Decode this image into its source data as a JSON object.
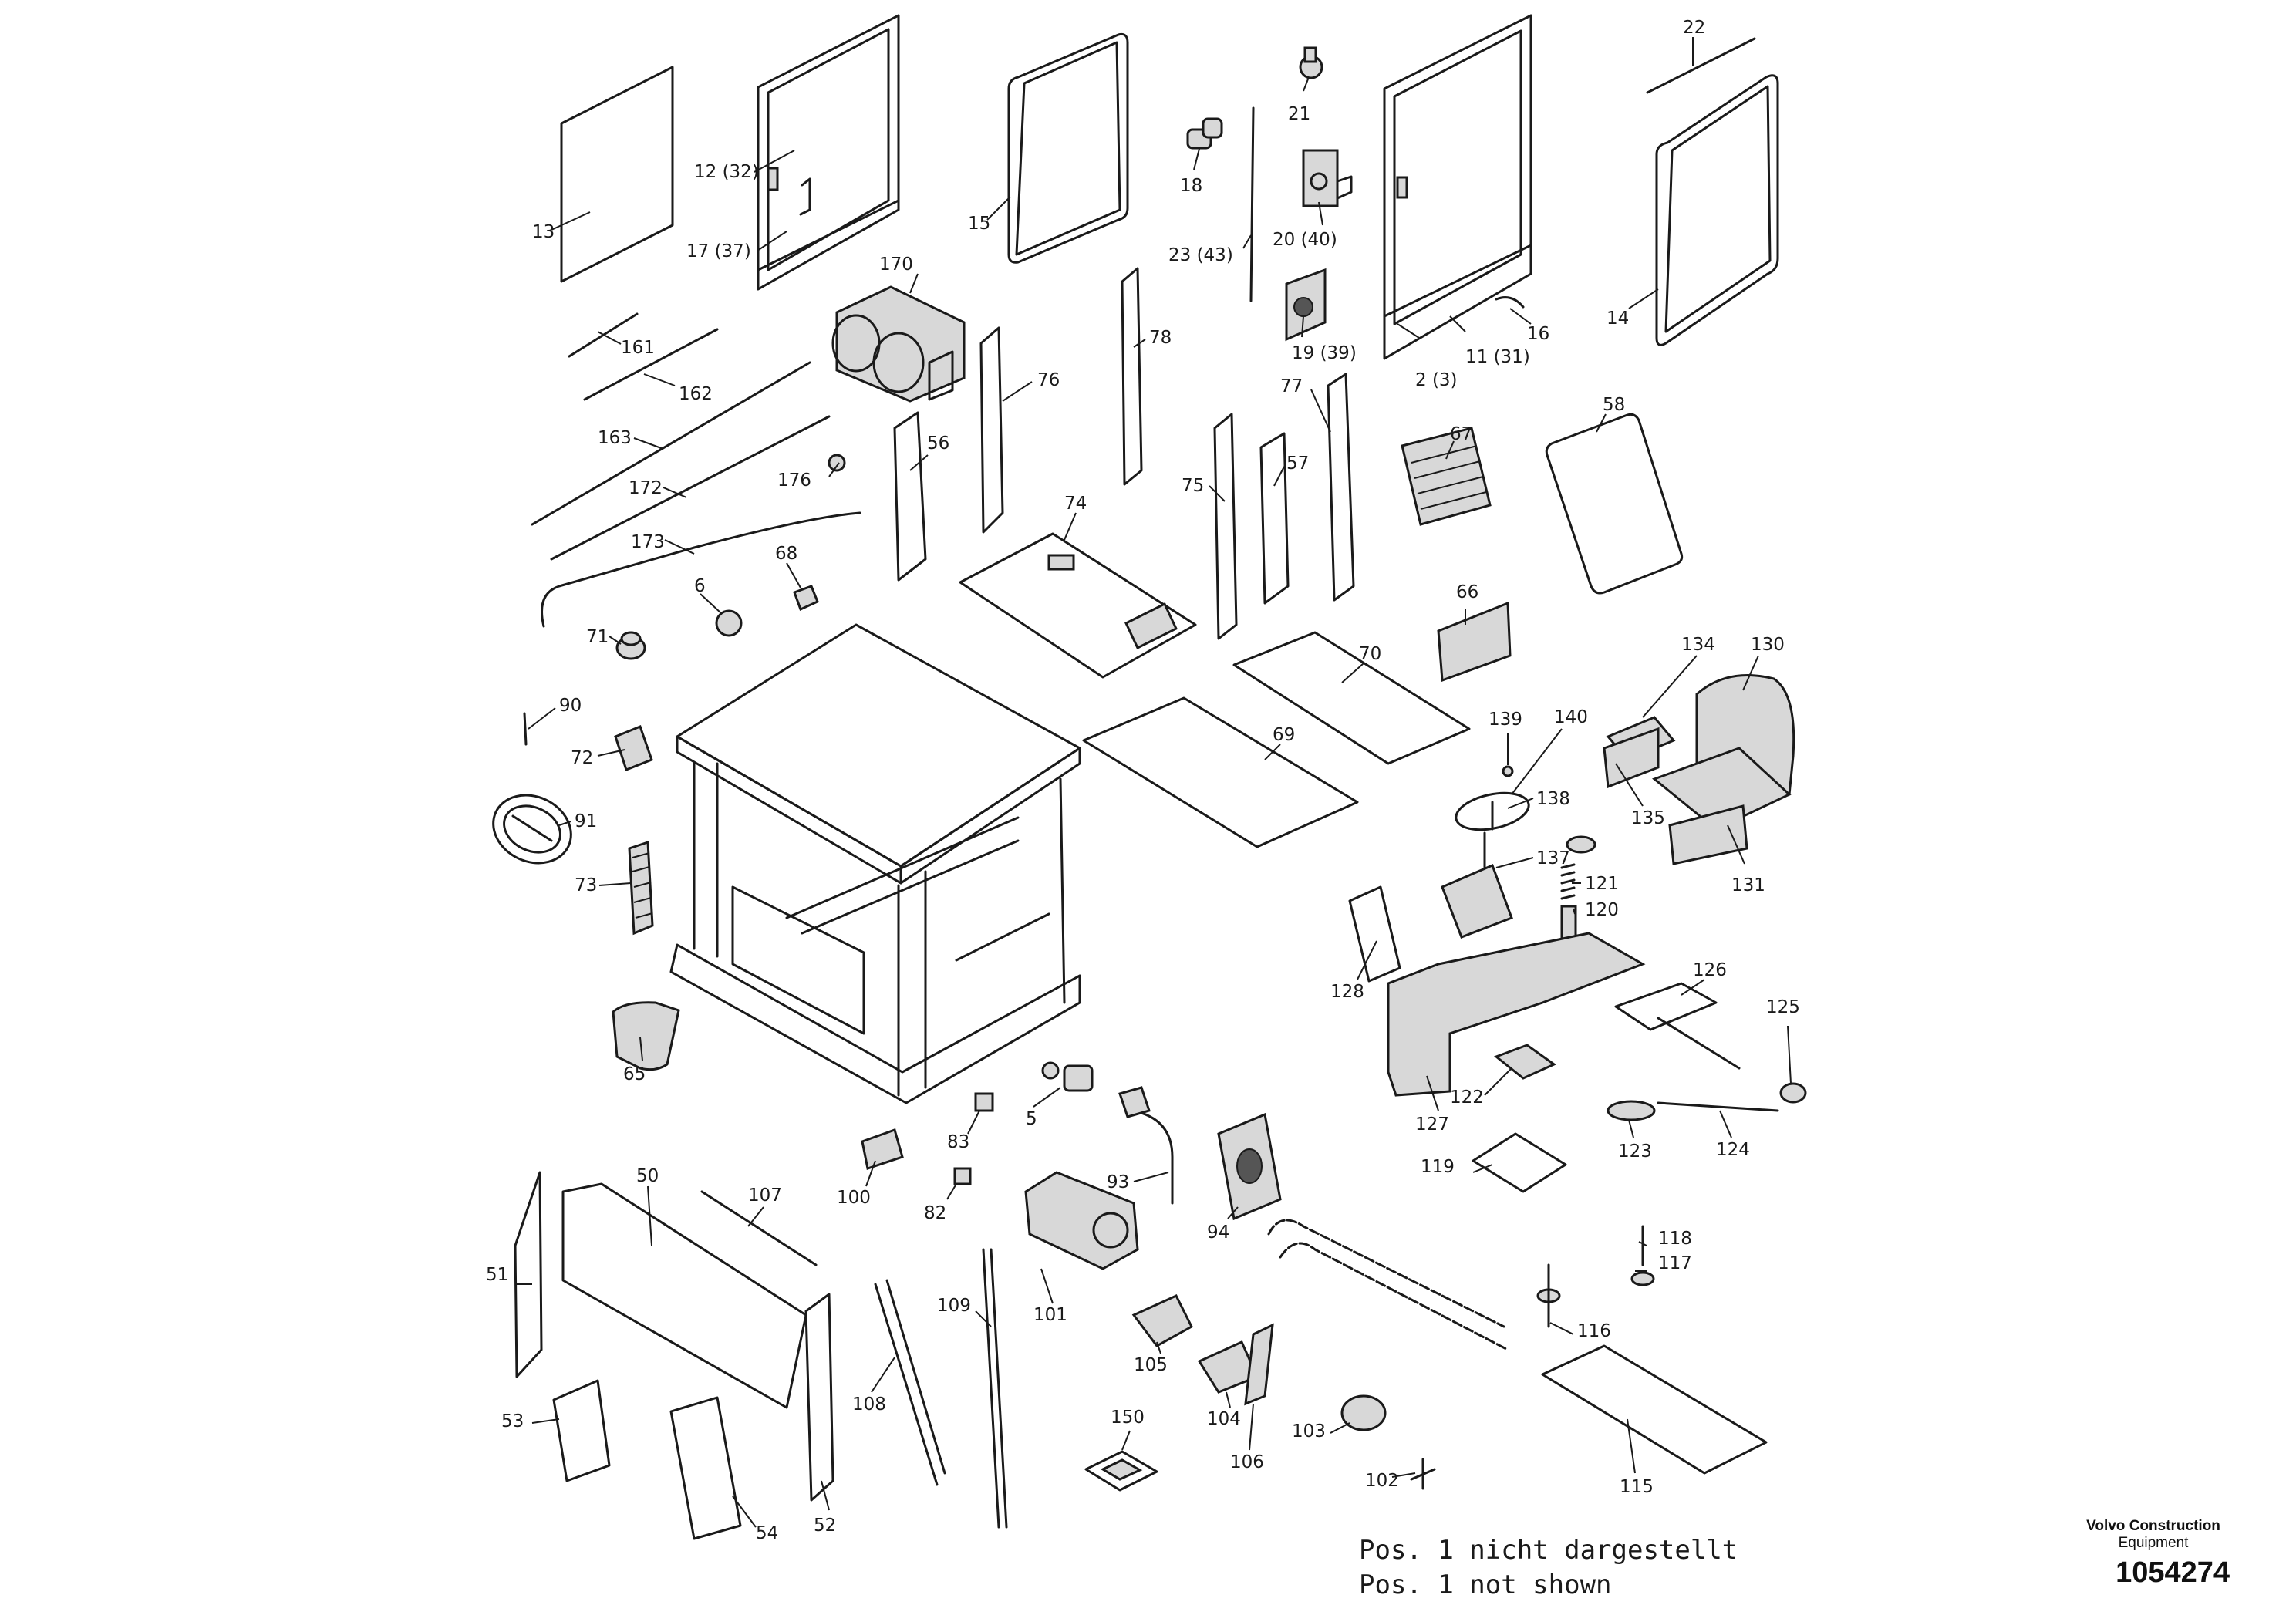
{
  "labels": {
    "p13": "13",
    "p12_32": "12 (32)",
    "p17_37": "17 (37)",
    "p15": "15",
    "p18": "18",
    "p21": "21",
    "p20_40": "20 (40)",
    "p23_43": "23 (43)",
    "p22": "22",
    "p14": "14",
    "p16": "16",
    "p11_31": "11 (31)",
    "p2_3": "2 (3)",
    "p19_39": "19 (39)",
    "p170": "170",
    "p161": "161",
    "p162": "162",
    "p163": "163",
    "p172": "172",
    "p173": "173",
    "p176": "176",
    "p76": "76",
    "p78": "78",
    "p56": "56",
    "p74": "74",
    "p75": "75",
    "p57": "57",
    "p77": "77",
    "p67": "67",
    "p58": "58",
    "p6": "6",
    "p68": "68",
    "p71": "71",
    "p66": "66",
    "p70": "70",
    "p69": "69",
    "p134": "134",
    "p130": "130",
    "p90": "90",
    "p72": "72",
    "p91": "91",
    "p73": "73",
    "p139": "139",
    "p140": "140",
    "p138": "138",
    "p135": "135",
    "p131": "131",
    "p137": "137",
    "p121": "121",
    "p120": "120",
    "p128": "128",
    "p126": "126",
    "p125": "125",
    "p127": "127",
    "p122": "122",
    "p123": "123",
    "p124": "124",
    "p65": "65",
    "p5": "5",
    "p83": "83",
    "p93": "93",
    "p94": "94",
    "p100": "100",
    "p82": "82",
    "p119": "119",
    "p50": "50",
    "p107": "107",
    "p51": "51",
    "p101": "101",
    "p118": "118",
    "p117": "117",
    "p116": "116",
    "p109": "109",
    "p105": "105",
    "p108": "108",
    "p104": "104",
    "p106": "106",
    "p53": "53",
    "p150": "150",
    "p103": "103",
    "p102": "102",
    "p115": "115",
    "p54": "54",
    "p52": "52"
  },
  "notes": {
    "not_shown_de": "Pos. 1 nicht dargestellt",
    "not_shown_en": "Pos. 1 not shown"
  },
  "brand": {
    "line1": "Volvo Construction",
    "line2": "Equipment",
    "drawing_number": "1054274"
  }
}
